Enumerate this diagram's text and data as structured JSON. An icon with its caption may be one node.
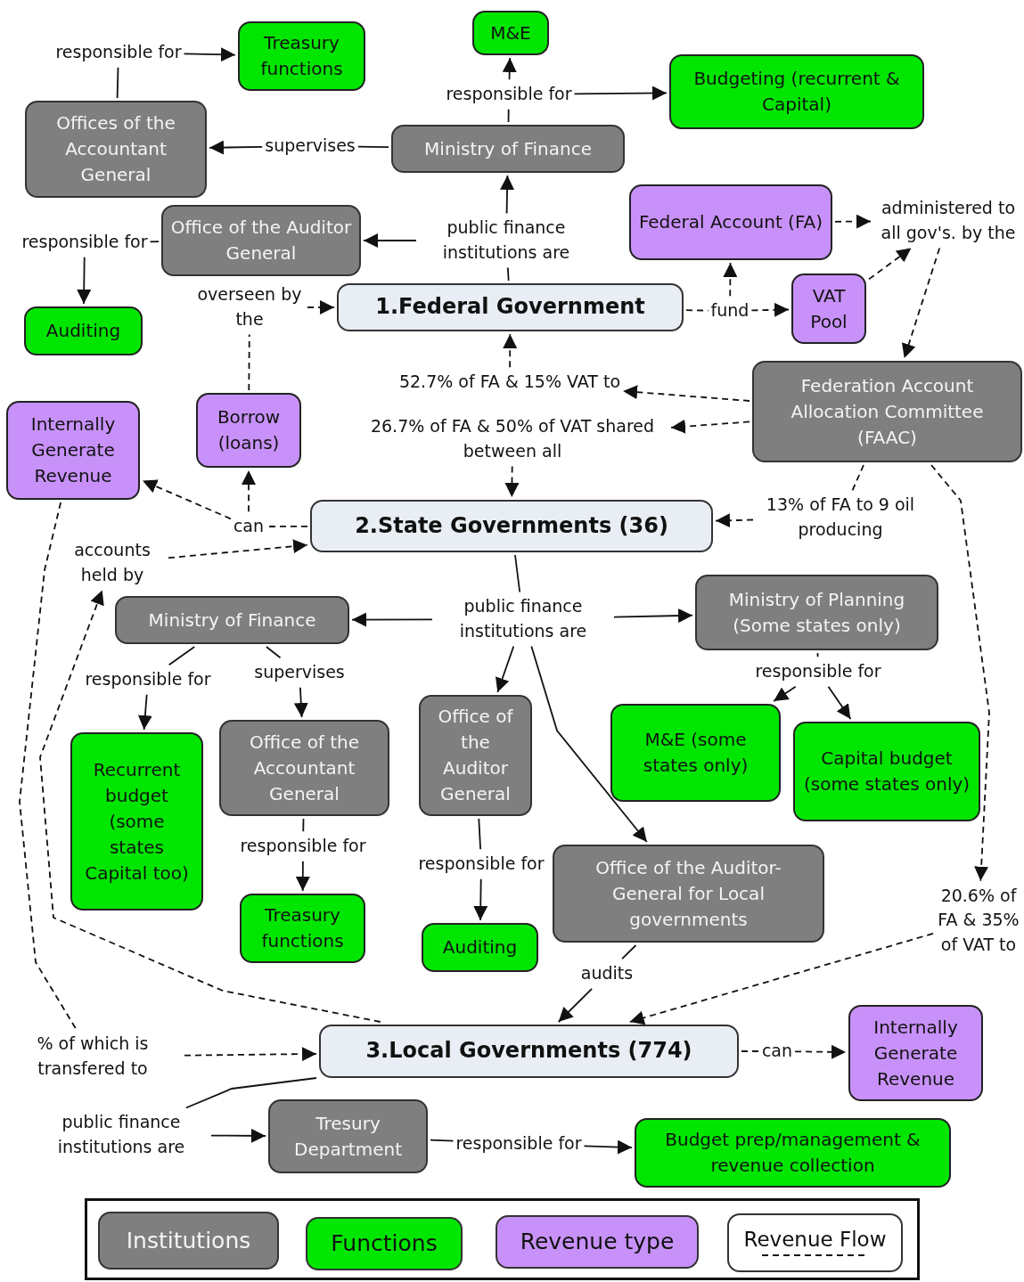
{
  "diagram": {
    "nodes": [
      {
        "text": [
          "Treasury functions"
        ]
      },
      {
        "text": [
          "M&E"
        ]
      },
      {
        "text": [
          "Budgeting (recurrent & Capital)"
        ]
      },
      {
        "text": [
          "Offices of the Accountant General"
        ]
      },
      {
        "text": [
          "Ministry of Finance"
        ]
      },
      {
        "text": [
          "Office of the Auditor General"
        ]
      },
      {
        "text": [
          "Federal Account (FA)"
        ]
      },
      {
        "text": [
          "Auditing"
        ]
      },
      {
        "text": [
          "1.Federal Government"
        ]
      },
      {
        "text": [
          "VAT Pool"
        ]
      },
      {
        "text": [
          "Federation Account Allocation Committee (FAAC)"
        ]
      },
      {
        "text": [
          "Internally Generate Revenue"
        ]
      },
      {
        "text": [
          "Borrow (loans)"
        ]
      },
      {
        "text": [
          "2.State Governments (36)"
        ]
      },
      {
        "text": [
          "Ministry of Finance"
        ]
      },
      {
        "text": [
          "Ministry of Planning (Some states only)"
        ]
      },
      {
        "text": [
          "Recurrent budget (some states Capital too)"
        ]
      },
      {
        "text": [
          "Office of the Accountant General"
        ]
      },
      {
        "text": [
          "Office of the Auditor General"
        ]
      },
      {
        "text": [
          "M&E (some states only)"
        ]
      },
      {
        "text": [
          "Capital budget (some states only)"
        ]
      },
      {
        "text": [
          "Treasury functions"
        ]
      },
      {
        "text": [
          "Office of the Auditor-General for Local governments"
        ]
      },
      {
        "text": [
          "Auditing"
        ]
      },
      {
        "text": [
          "3.Local Governments (774)"
        ]
      },
      {
        "text": [
          "Internally Generate Revenue"
        ]
      },
      {
        "text": [
          "Tresury Department"
        ]
      },
      {
        "text": [
          "Budget prep/management & revenue collection"
        ]
      },
      {
        "text": [
          "responsible for"
        ]
      },
      {
        "text": [
          "responsible for"
        ]
      },
      {
        "text": [
          "supervises"
        ]
      },
      {
        "text": [
          "public finance institutions are"
        ]
      },
      {
        "text": [
          "responsible for"
        ]
      },
      {
        "text": [
          "overseen by the"
        ]
      },
      {
        "text": [
          "fund"
        ]
      },
      {
        "text": [
          "administered to all gov's. by the"
        ]
      },
      {
        "text": [
          "52.7% of FA & 15% VAT to"
        ]
      },
      {
        "text": [
          "26.7% of FA & 50% of VAT shared between all"
        ]
      },
      {
        "text": [
          "can"
        ]
      },
      {
        "text": [
          "accounts held by"
        ]
      },
      {
        "text": [
          "% of which is transfered to"
        ]
      },
      {
        "text": [
          "public finance institutions are"
        ]
      },
      {
        "text": [
          "responsible for"
        ]
      },
      {
        "text": [
          "supervises"
        ]
      },
      {
        "text": [
          "responsible for"
        ]
      },
      {
        "text": [
          "responsible for"
        ]
      },
      {
        "text": [
          "responsible for"
        ]
      },
      {
        "text": [
          "20.6% of FA & 35% of VAT to"
        ]
      },
      {
        "text": [
          "audits"
        ]
      },
      {
        "text": [
          "can"
        ]
      },
      {
        "text": [
          "public finance institutions are"
        ]
      },
      {
        "text": [
          "responsible for"
        ]
      },
      {
        "text": [
          "13% of FA to 9 oil producing"
        ]
      }
    ],
    "edges": [
      {
        "from": 3,
        "to": 28,
        "arrow": "none"
      },
      {
        "from": 28,
        "to": 0,
        "arrow": "to"
      },
      {
        "from": 4,
        "to": 29,
        "arrow": "none"
      },
      {
        "from": 29,
        "to": 1,
        "arrow": "to"
      },
      {
        "from": 29,
        "to": 2,
        "arrow": "to"
      },
      {
        "from": 4,
        "to": 30,
        "arrow": "none"
      },
      {
        "from": 30,
        "to": 3,
        "arrow": "to"
      },
      {
        "from": 8,
        "to": 31,
        "arrow": "none"
      },
      {
        "from": 31,
        "to": 4,
        "arrow": "to"
      },
      {
        "from": 31,
        "to": 5,
        "arrow": "to"
      },
      {
        "from": 5,
        "to": 32,
        "arrow": "none"
      },
      {
        "from": 32,
        "to": 7,
        "arrow": "to"
      },
      {
        "from": 12,
        "to": 33,
        "arrow": "none",
        "style": "dashed"
      },
      {
        "from": 33,
        "to": 8,
        "arrow": "to",
        "style": "dashed"
      },
      {
        "from": 8,
        "to": 34,
        "arrow": "none",
        "style": "dashed"
      },
      {
        "from": 34,
        "to": 6,
        "arrow": "to",
        "style": "dashed"
      },
      {
        "from": 34,
        "to": 9,
        "arrow": "to",
        "style": "dashed"
      },
      {
        "from": 6,
        "to": 35,
        "arrow": "to",
        "style": "dashed"
      },
      {
        "from": 9,
        "to": 35,
        "arrow": "to",
        "style": "dashed"
      },
      {
        "from": 35,
        "to": 10,
        "arrow": "to",
        "style": "dashed"
      },
      {
        "from": 10,
        "to": 36,
        "arrow": "to",
        "style": "dashed"
      },
      {
        "from": 36,
        "to": 8,
        "arrow": "to",
        "style": "dashed"
      },
      {
        "from": 10,
        "to": 37,
        "arrow": "to",
        "style": "dashed"
      },
      {
        "from": 37,
        "to": 13,
        "arrow": "to",
        "style": "dashed"
      },
      {
        "from": 10,
        "to": 52,
        "arrow": "none",
        "style": "dashed"
      },
      {
        "from": 52,
        "to": 13,
        "arrow": "to",
        "style": "dashed"
      },
      {
        "from": 13,
        "to": 38,
        "arrow": "none",
        "style": "dashed"
      },
      {
        "from": 38,
        "to": 11,
        "arrow": "to",
        "style": "dashed"
      },
      {
        "from": 38,
        "to": 12,
        "arrow": "to",
        "style": "dashed"
      },
      {
        "from": 39,
        "to": 13,
        "arrow": "to",
        "style": "dashed"
      },
      {
        "from": 24,
        "to": 39,
        "arrow": "to",
        "style": "dashed"
      },
      {
        "from": 11,
        "to": 40,
        "arrow": "none",
        "style": "dashed"
      },
      {
        "from": 40,
        "to": 24,
        "arrow": "to",
        "style": "dashed"
      },
      {
        "from": 13,
        "to": 41,
        "arrow": "none"
      },
      {
        "from": 41,
        "to": 14,
        "arrow": "to"
      },
      {
        "from": 41,
        "to": 15,
        "arrow": "to"
      },
      {
        "from": 41,
        "to": 18,
        "arrow": "to"
      },
      {
        "from": 41,
        "to": 22,
        "arrow": "to"
      },
      {
        "from": 14,
        "to": 42,
        "arrow": "none"
      },
      {
        "from": 42,
        "to": 16,
        "arrow": "to"
      },
      {
        "from": 14,
        "to": 43,
        "arrow": "none"
      },
      {
        "from": 43,
        "to": 17,
        "arrow": "to"
      },
      {
        "from": 15,
        "to": 44,
        "arrow": "none"
      },
      {
        "from": 44,
        "to": 19,
        "arrow": "to"
      },
      {
        "from": 44,
        "to": 20,
        "arrow": "to"
      },
      {
        "from": 17,
        "to": 45,
        "arrow": "none"
      },
      {
        "from": 45,
        "to": 21,
        "arrow": "to"
      },
      {
        "from": 18,
        "to": 46,
        "arrow": "none"
      },
      {
        "from": 46,
        "to": 23,
        "arrow": "to"
      },
      {
        "from": 10,
        "to": 47,
        "arrow": "to",
        "style": "dashed"
      },
      {
        "from": 47,
        "to": 24,
        "arrow": "to",
        "style": "dashed"
      },
      {
        "from": 22,
        "to": 48,
        "arrow": "none"
      },
      {
        "from": 48,
        "to": 24,
        "arrow": "to"
      },
      {
        "from": 24,
        "to": 49,
        "arrow": "none",
        "style": "dashed"
      },
      {
        "from": 49,
        "to": 25,
        "arrow": "to",
        "style": "dashed"
      },
      {
        "from": 24,
        "to": 50,
        "arrow": "none"
      },
      {
        "from": 50,
        "to": 26,
        "arrow": "to"
      },
      {
        "from": 26,
        "to": 51,
        "arrow": "none"
      },
      {
        "from": 51,
        "to": 27,
        "arrow": "to"
      }
    ],
    "legend": [
      {
        "text": "Institutions",
        "color": "#7f7f7f"
      },
      {
        "text": "Functions",
        "color": "#00e600"
      },
      {
        "text": "Revenue type",
        "color": "#c891f9"
      },
      {
        "text": "Revenue Flow"
      }
    ]
  }
}
